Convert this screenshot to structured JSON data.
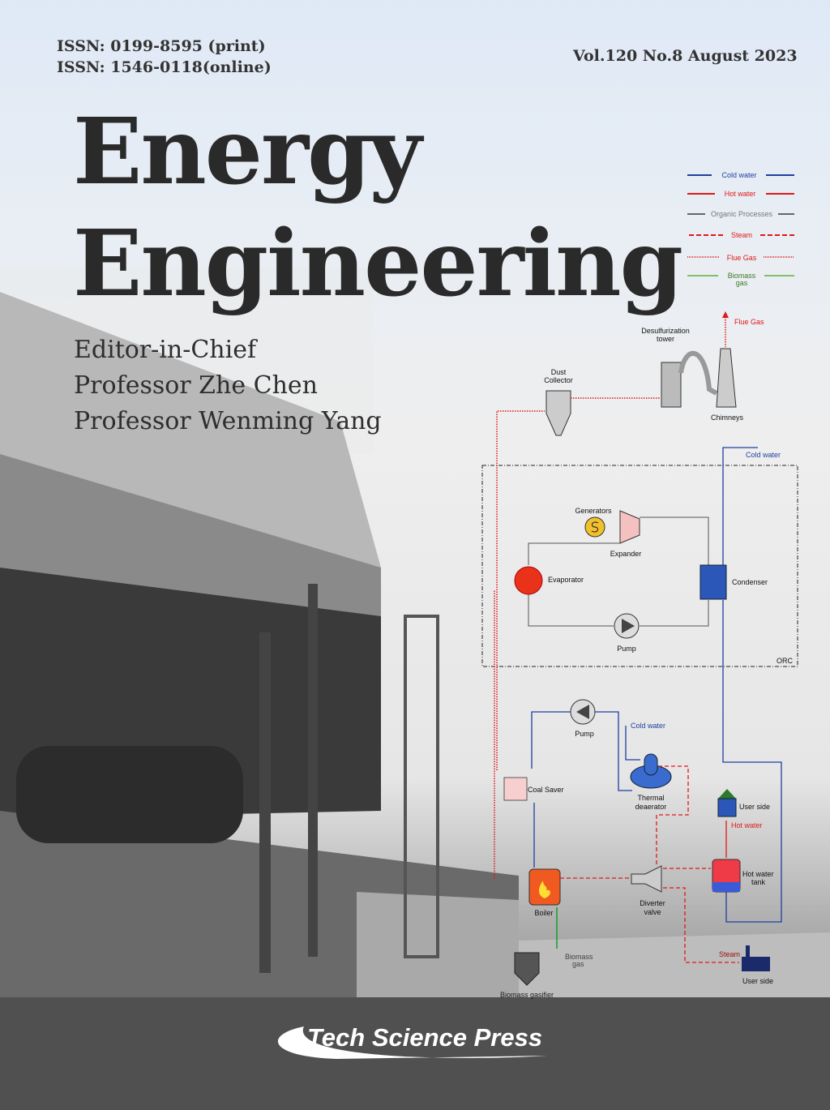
{
  "header": {
    "issn_print": "ISSN: 0199-8595 (print)",
    "issn_online": "ISSN: 1546-0118(online)",
    "volume": "Vol.120 No.8 August 2023"
  },
  "title": {
    "line1": "Energy",
    "line2": "Engineering"
  },
  "editors": {
    "heading": "Editor-in-Chief",
    "names": [
      "Professor Zhe Chen",
      "Professor Wenming Yang"
    ]
  },
  "legend": [
    {
      "label": "Cold water",
      "color": "#1f3fa0"
    },
    {
      "label": "Hot water",
      "color": "#e01818"
    },
    {
      "label": "Organic Processes",
      "color": "#666666"
    },
    {
      "label": "Steam",
      "color": "#e01818"
    },
    {
      "label": "Flue Gas",
      "color": "#e01818"
    },
    {
      "label": "Biomass",
      "label2": "gas",
      "color": "#5cae3a"
    }
  ],
  "diagram": {
    "flue_gas": "Flue Gas",
    "desulfurization": "Desulfurization",
    "desulfurization2": "tower",
    "dust": "Dust",
    "dust2": "Collector",
    "chimneys": "Chimneys",
    "cold_water_top": "Cold water",
    "generators": "Generators",
    "expander": "Expander",
    "evaporator": "Evaporator",
    "condenser": "Condenser",
    "pump_orc": "Pump",
    "orc": "ORC",
    "pump": "Pump",
    "cold_water": "Cold water",
    "coal_saver": "Coal Saver",
    "thermal": "Thermal",
    "thermal2": "deaerator",
    "user_side_top": "User side",
    "hot_water": "Hot water",
    "hot_water_tank": "Hot water",
    "hot_water_tank2": "tank",
    "boiler": "Boiler",
    "diverter": "Diverter",
    "diverter2": "valve",
    "biomass_gas": "Biomass",
    "biomass_gas2": "gas",
    "steam": "Steam",
    "user_side_bottom": "User side",
    "gasifier": "Biomass gasifier"
  },
  "publisher": {
    "name": "Tech Science Press"
  }
}
